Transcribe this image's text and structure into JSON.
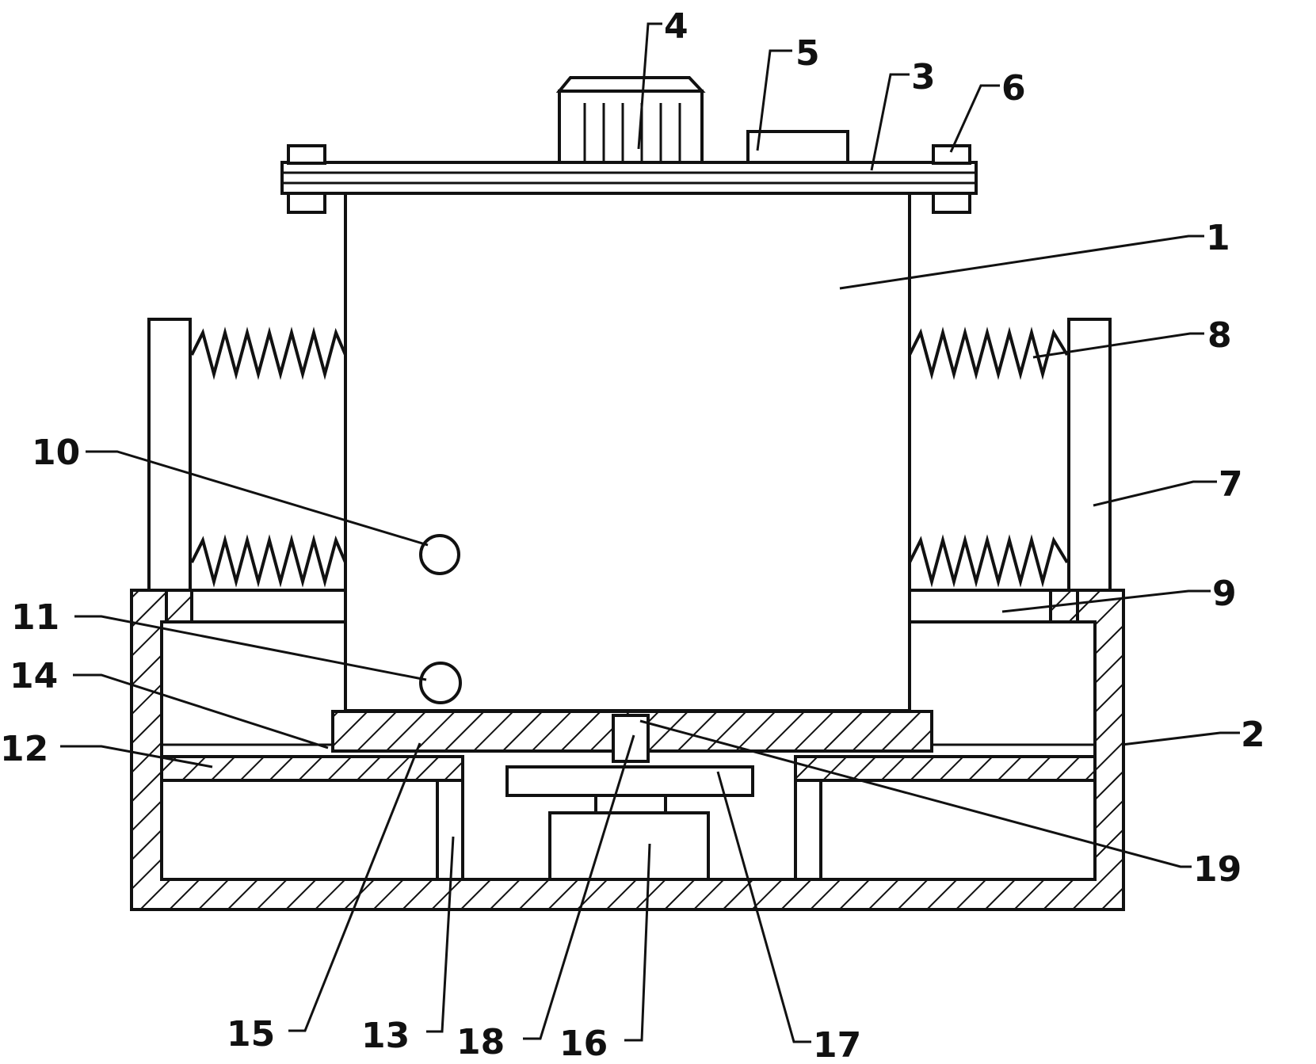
{
  "labels": {
    "l1": "1",
    "l2": "2",
    "l3": "3",
    "l4": "4",
    "l5": "5",
    "l6": "6",
    "l7": "7",
    "l8": "8",
    "l9": "9",
    "l10": "10",
    "l11": "11",
    "l12": "12",
    "l13": "13",
    "l14": "14",
    "l15": "15",
    "l16": "16",
    "l17": "17",
    "l18": "18",
    "l19": "19"
  },
  "colors": {
    "ink": "#111111",
    "background": "#ffffff"
  }
}
